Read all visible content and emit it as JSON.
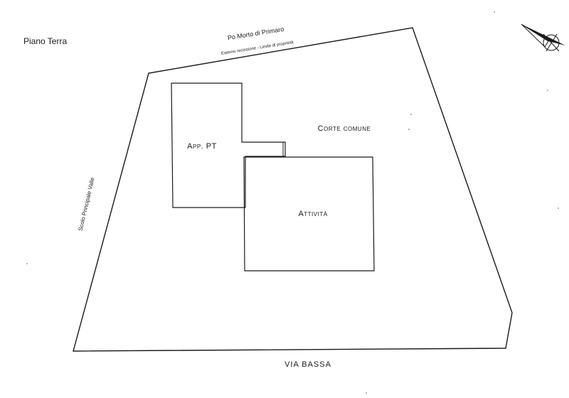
{
  "floor_label": "Piano Terra",
  "boundaries": {
    "north_line": "Po Morto di Primaro",
    "north_note": "Esterno recinzione  -  Limite di proprietà",
    "west_line": "Scolo Principale Valle",
    "south_street": "VIA BASSA"
  },
  "rooms": {
    "apartment": "App. PT",
    "activity": "Attività",
    "courtyard": "Corte comune"
  },
  "compass": {
    "icon": "north-arrow-icon"
  },
  "colors": {
    "ink": "#1a1a1a",
    "paper": "#ffffff"
  }
}
